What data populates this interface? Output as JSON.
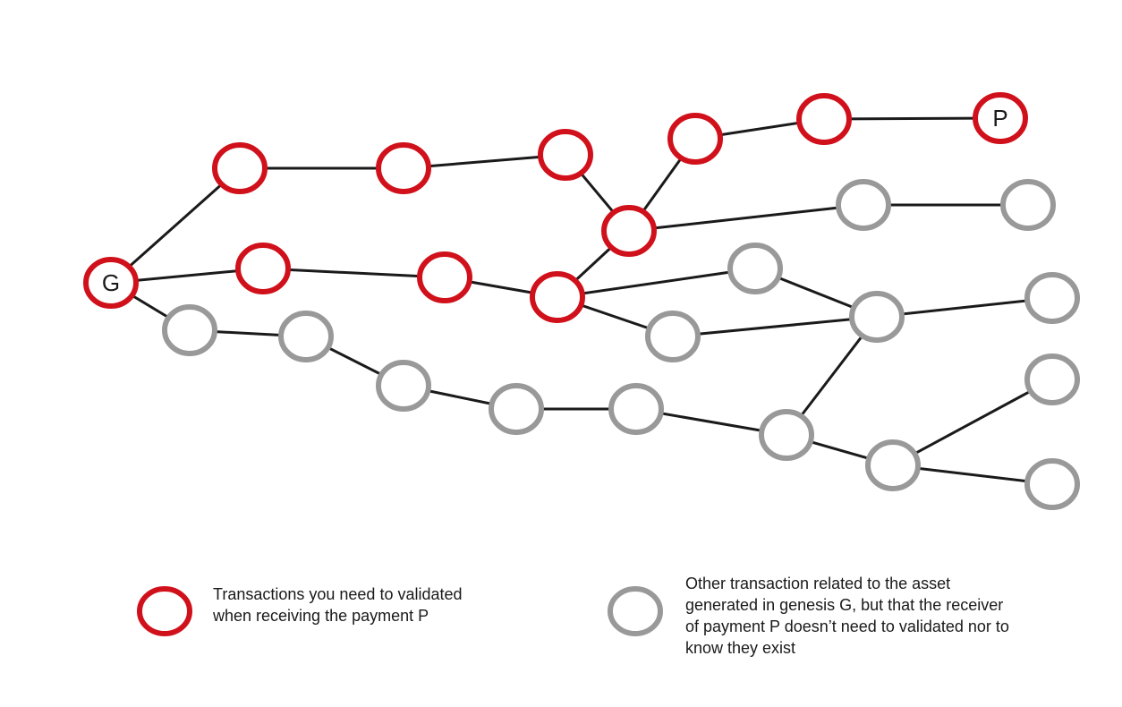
{
  "colors": {
    "validated": "#d0111b",
    "other": "#999999",
    "edge": "#1a1a1a"
  },
  "graph": {
    "nodes": [
      {
        "id": "G",
        "label": "G",
        "kind": "validated"
      },
      {
        "id": "a1",
        "label": "",
        "kind": "validated"
      },
      {
        "id": "a2",
        "label": "",
        "kind": "validated"
      },
      {
        "id": "a3",
        "label": "",
        "kind": "validated"
      },
      {
        "id": "m",
        "label": "",
        "kind": "validated"
      },
      {
        "id": "u1",
        "label": "",
        "kind": "validated"
      },
      {
        "id": "u2",
        "label": "",
        "kind": "validated"
      },
      {
        "id": "P",
        "label": "P",
        "kind": "validated"
      },
      {
        "id": "b1",
        "label": "",
        "kind": "validated"
      },
      {
        "id": "b2",
        "label": "",
        "kind": "validated"
      },
      {
        "id": "b3",
        "label": "",
        "kind": "validated"
      },
      {
        "id": "g1",
        "label": "",
        "kind": "other"
      },
      {
        "id": "g2",
        "label": "",
        "kind": "other"
      },
      {
        "id": "g3",
        "label": "",
        "kind": "other"
      },
      {
        "id": "g4",
        "label": "",
        "kind": "other"
      },
      {
        "id": "g5",
        "label": "",
        "kind": "other"
      },
      {
        "id": "g6",
        "label": "",
        "kind": "other"
      },
      {
        "id": "h1",
        "label": "",
        "kind": "other"
      },
      {
        "id": "h2",
        "label": "",
        "kind": "other"
      },
      {
        "id": "h3",
        "label": "",
        "kind": "other"
      },
      {
        "id": "h4",
        "label": "",
        "kind": "other"
      },
      {
        "id": "h5",
        "label": "",
        "kind": "other"
      },
      {
        "id": "h6",
        "label": "",
        "kind": "other"
      },
      {
        "id": "h7",
        "label": "",
        "kind": "other"
      },
      {
        "id": "h8",
        "label": "",
        "kind": "other"
      },
      {
        "id": "h9",
        "label": "",
        "kind": "other"
      }
    ],
    "edges": [
      [
        "G",
        "a1"
      ],
      [
        "a1",
        "a2"
      ],
      [
        "a2",
        "a3"
      ],
      [
        "a3",
        "m"
      ],
      [
        "m",
        "u1"
      ],
      [
        "u1",
        "u2"
      ],
      [
        "u2",
        "P"
      ],
      [
        "G",
        "b1"
      ],
      [
        "b1",
        "b2"
      ],
      [
        "b2",
        "b3"
      ],
      [
        "b3",
        "m"
      ],
      [
        "m",
        "h1"
      ],
      [
        "h1",
        "h2"
      ],
      [
        "b3",
        "h3"
      ],
      [
        "b3",
        "h4"
      ],
      [
        "h3",
        "h5"
      ],
      [
        "h4",
        "h5"
      ],
      [
        "h5",
        "h6"
      ],
      [
        "G",
        "g1"
      ],
      [
        "g1",
        "g2"
      ],
      [
        "g2",
        "g3"
      ],
      [
        "g3",
        "g4"
      ],
      [
        "g4",
        "g5"
      ],
      [
        "g5",
        "g6"
      ],
      [
        "g6",
        "h5"
      ],
      [
        "g6",
        "h7"
      ],
      [
        "h7",
        "h8"
      ],
      [
        "h7",
        "h9"
      ]
    ]
  },
  "legend": {
    "validated_text": "Transactions you need to validated\nwhen receiving the payment P",
    "other_text": "Other transaction related to the asset\ngenerated in genesis G, but that the receiver\nof payment P doesn’t need to validated nor to\nknow they exist"
  }
}
